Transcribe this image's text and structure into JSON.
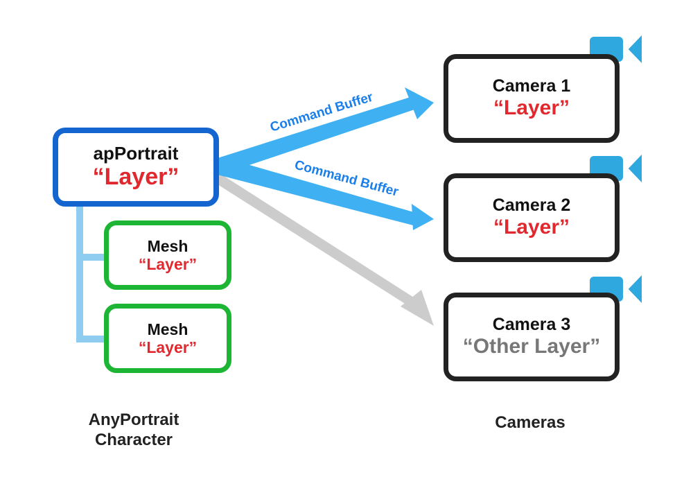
{
  "colors": {
    "portrait_border": "#1565d0",
    "mesh_border": "#1db534",
    "camera_border": "#222222",
    "arrow_blue": "#3fb0f2",
    "arrow_gray": "#cccccc",
    "tree_line": "#8fcdf0",
    "layer_red": "#e0282e",
    "layer_gray": "#777777",
    "label_blue": "#1a7fe8",
    "camera_icon": "#2ea8de"
  },
  "portrait": {
    "title": "apPortrait",
    "layer": "“Layer”"
  },
  "meshes": [
    {
      "title": "Mesh",
      "layer": "“Layer”"
    },
    {
      "title": "Mesh",
      "layer": "“Layer”"
    }
  ],
  "cameras": [
    {
      "title": "Camera 1",
      "layer": "“Layer”",
      "icon": "video-camera-icon"
    },
    {
      "title": "Camera 2",
      "layer": "“Layer”",
      "icon": "video-camera-icon"
    },
    {
      "title": "Camera 3",
      "layer": "“Other Layer”",
      "icon": "video-camera-icon"
    }
  ],
  "arrows": [
    {
      "label": "Command Buffer",
      "target": "Camera 1"
    },
    {
      "label": "Command Buffer",
      "target": "Camera 2"
    },
    {
      "label": "",
      "target": "Camera 3"
    }
  ],
  "captions": {
    "left_line1": "AnyPortrait",
    "left_line2": "Character",
    "right": "Cameras"
  }
}
